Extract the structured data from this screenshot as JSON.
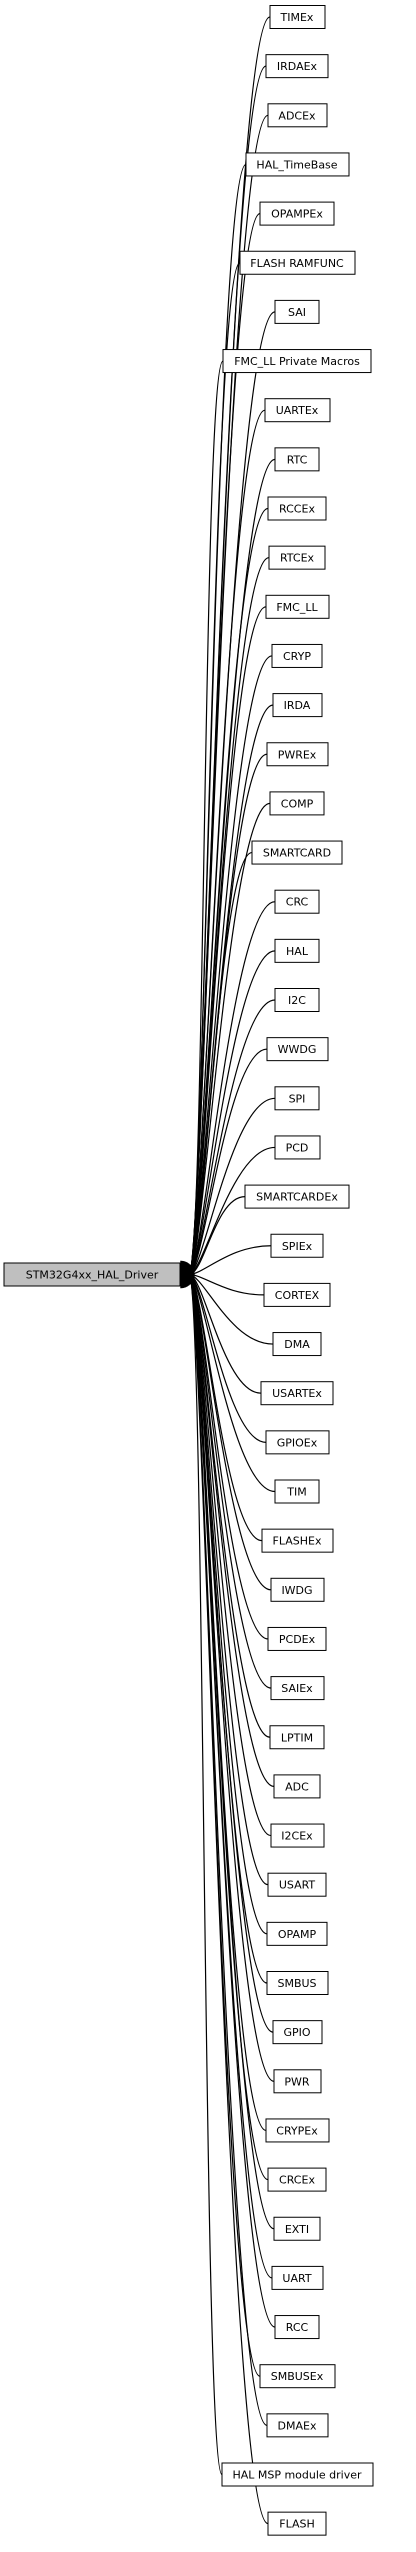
{
  "root": {
    "label": "STM32G4xx_HAL_Driver"
  },
  "groups": [
    "TIMEx",
    "IRDAEx",
    "ADCEx",
    "HAL_TimeBase",
    "OPAMPEx",
    "FLASH RAMFUNC",
    "SAI",
    "FMC_LL  Private Macros",
    "UARTEx",
    "RTC",
    "RCCEx",
    "RTCEx",
    "FMC_LL",
    "CRYP",
    "IRDA",
    "PWREx",
    "COMP",
    "SMARTCARD",
    "CRC",
    "HAL",
    "I2C",
    "WWDG",
    "SPI",
    "PCD",
    "SMARTCARDEx",
    "SPIEx",
    "CORTEX",
    "DMA",
    "USARTEx",
    "GPIOEx",
    "TIM",
    "FLASHEx",
    "IWDG",
    "PCDEx",
    "SAIEx",
    "LPTIM",
    "ADC",
    "I2CEx",
    "USART",
    "OPAMP",
    "SMBUS",
    "GPIO",
    "PWR",
    "CRYPEx",
    "CRCEx",
    "EXTI",
    "UART",
    "RCC",
    "SMBUSEx",
    "DMAEx",
    "HAL MSP module driver",
    "FLASH"
  ]
}
